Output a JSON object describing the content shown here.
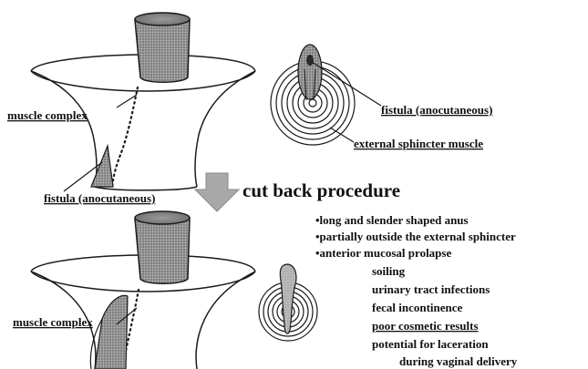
{
  "labels": {
    "muscle_complex_top": "muscle complex",
    "fistula_left": "fistula (anocutaneous)",
    "fistula_right": "fistula (anocutaneous)",
    "external_sphincter": "external sphincter muscle",
    "muscle_complex_bottom": "muscle complex"
  },
  "procedure_title": "cut back procedure",
  "bullets": [
    "•long and slender shaped anus",
    "•partially outside the external sphincter",
    "•anterior mucosal prolapse"
  ],
  "consequences": [
    "soiling",
    "urinary tract infections",
    "fecal incontinence",
    "poor cosmetic results",
    "potential for laceration"
  ],
  "consequence_sub": "during vaginal delivery",
  "colors": {
    "line": "#1a1a1a",
    "shade": "#8c8c8c",
    "arrow": "#a9a9a9"
  }
}
